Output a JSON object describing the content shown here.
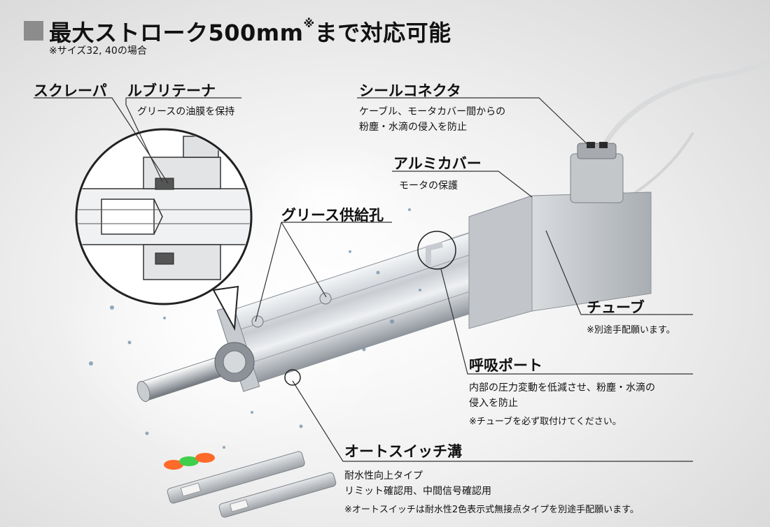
{
  "header": {
    "title": "最大ストローク500mm",
    "title_mark": "※",
    "title_suffix": "まで対応可能",
    "note": "※サイズ32, 40の場合"
  },
  "callouts": {
    "scraper": {
      "title": "スクレーパ"
    },
    "lubricator": {
      "title": "ルブリテーナ",
      "desc": "グリースの油膜を保持"
    },
    "seal_connector": {
      "title": "シールコネクタ",
      "desc": [
        "ケーブル、モータカバー間からの",
        "粉塵・水滴の侵入を防止"
      ]
    },
    "aluminum_cover": {
      "title": "アルミカバー",
      "desc": "モータの保護"
    },
    "grease_port": {
      "title": "グリース供給孔"
    },
    "tube": {
      "title": "チューブ",
      "note": "※別途手配願います。"
    },
    "breathing_port": {
      "title": "呼吸ポート",
      "desc": [
        "内部の圧力変動を低減させ、粉塵・水滴の",
        "侵入を防止"
      ],
      "note": "※チューブを必ず取付けてください。"
    },
    "auto_switch_groove": {
      "title": "オートスイッチ溝",
      "desc": [
        "耐水性向上タイプ",
        "リミット確認用、中間信号確認用"
      ],
      "note": "※オートスイッチは耐水性2色表示式無接点タイプを別途手配願います。"
    }
  },
  "colors": {
    "title_square": "#8c8c8c",
    "led_orange": "#ff6a2a",
    "led_green": "#3fcf4a"
  }
}
